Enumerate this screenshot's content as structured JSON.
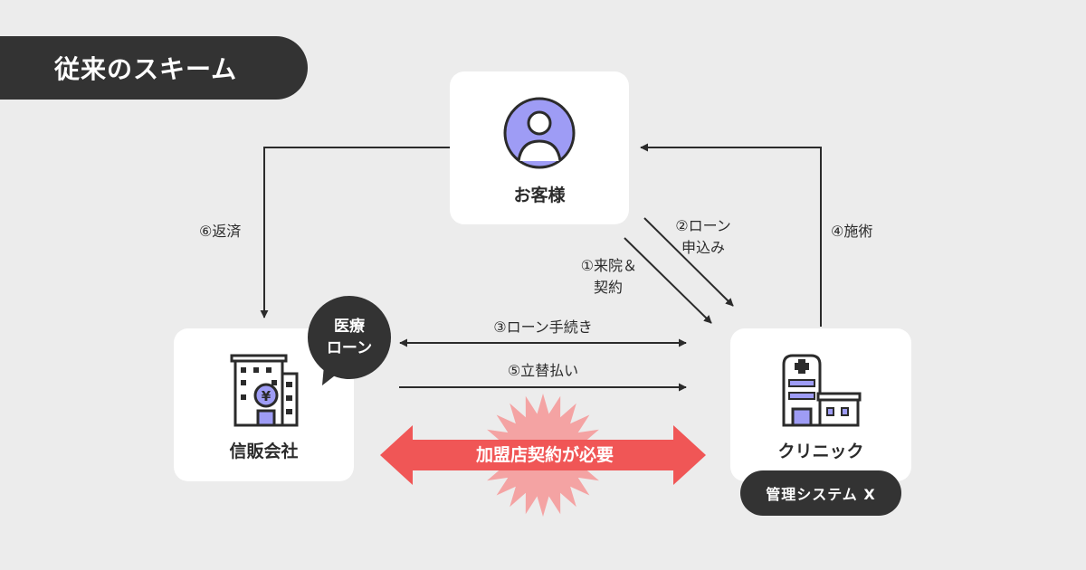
{
  "title": "従来のスキーム",
  "nodes": {
    "customer": "お客様",
    "finance_company": "信販会社",
    "clinic": "クリニック"
  },
  "bubble": {
    "line1": "医療",
    "line2": "ローン"
  },
  "badge": "管理システム X",
  "flows": {
    "step1_line1": "①来院＆",
    "step1_line2": "契約",
    "step2_line1": "②ローン",
    "step2_line2": "申込み",
    "step3": "③ローン手続き",
    "step4": "④施術",
    "step5": "⑤立替払い",
    "step6": "⑥返済"
  },
  "callout": "加盟店契約が必要",
  "colors": {
    "background": "#ececec",
    "dark": "#333333",
    "avatar": "#9e9cf5",
    "callout_red": "#f05656",
    "burst_pink": "#f4a3a3"
  },
  "icons": {
    "customer": "person-avatar-icon",
    "finance_company": "bank-building-icon",
    "clinic": "hospital-building-icon"
  }
}
